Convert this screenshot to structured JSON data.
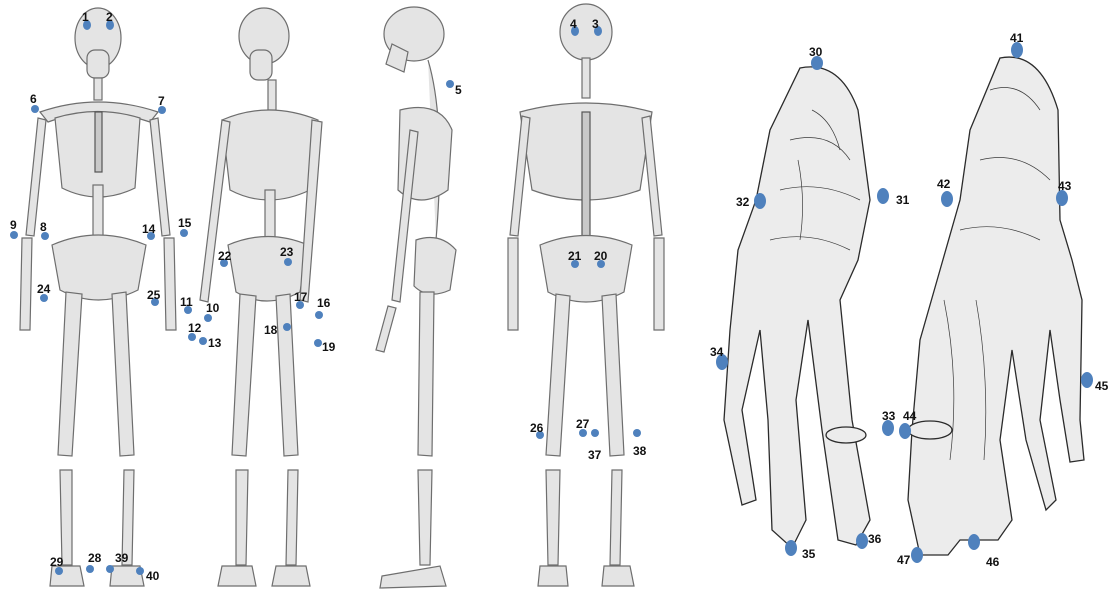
{
  "marker_color": "#4f81bd",
  "markers": [
    {
      "id": "m1",
      "label": "1"
    },
    {
      "id": "m2",
      "label": "2"
    },
    {
      "id": "m3",
      "label": "3"
    },
    {
      "id": "m4",
      "label": "4"
    },
    {
      "id": "m5",
      "label": "5"
    },
    {
      "id": "m6",
      "label": "6"
    },
    {
      "id": "m7",
      "label": "7"
    },
    {
      "id": "m8",
      "label": "8"
    },
    {
      "id": "m9",
      "label": "9"
    },
    {
      "id": "m10",
      "label": "10"
    },
    {
      "id": "m11",
      "label": "11"
    },
    {
      "id": "m12",
      "label": "12"
    },
    {
      "id": "m13",
      "label": "13"
    },
    {
      "id": "m14",
      "label": "14"
    },
    {
      "id": "m15",
      "label": "15"
    },
    {
      "id": "m16",
      "label": "16"
    },
    {
      "id": "m17",
      "label": "17"
    },
    {
      "id": "m18",
      "label": "18"
    },
    {
      "id": "m19",
      "label": "19"
    },
    {
      "id": "m20",
      "label": "20"
    },
    {
      "id": "m21",
      "label": "21"
    },
    {
      "id": "m22",
      "label": "22"
    },
    {
      "id": "m23",
      "label": "23"
    },
    {
      "id": "m24",
      "label": "24"
    },
    {
      "id": "m25",
      "label": "25"
    },
    {
      "id": "m26",
      "label": "26"
    },
    {
      "id": "m27",
      "label": "27"
    },
    {
      "id": "m28",
      "label": "28"
    },
    {
      "id": "m29",
      "label": "29"
    },
    {
      "id": "m30",
      "label": "30"
    },
    {
      "id": "m31",
      "label": "31"
    },
    {
      "id": "m32",
      "label": "32"
    },
    {
      "id": "m33",
      "label": "33"
    },
    {
      "id": "m34",
      "label": "34"
    },
    {
      "id": "m35",
      "label": "35"
    },
    {
      "id": "m36",
      "label": "36"
    },
    {
      "id": "m37",
      "label": "37"
    },
    {
      "id": "m38",
      "label": "38"
    },
    {
      "id": "m39",
      "label": "39"
    },
    {
      "id": "m40",
      "label": "40"
    },
    {
      "id": "m41",
      "label": "41"
    },
    {
      "id": "m42",
      "label": "42"
    },
    {
      "id": "m43",
      "label": "43"
    },
    {
      "id": "m44",
      "label": "44"
    },
    {
      "id": "m45",
      "label": "45"
    },
    {
      "id": "m46",
      "label": "46"
    },
    {
      "id": "m47",
      "label": "47"
    }
  ]
}
